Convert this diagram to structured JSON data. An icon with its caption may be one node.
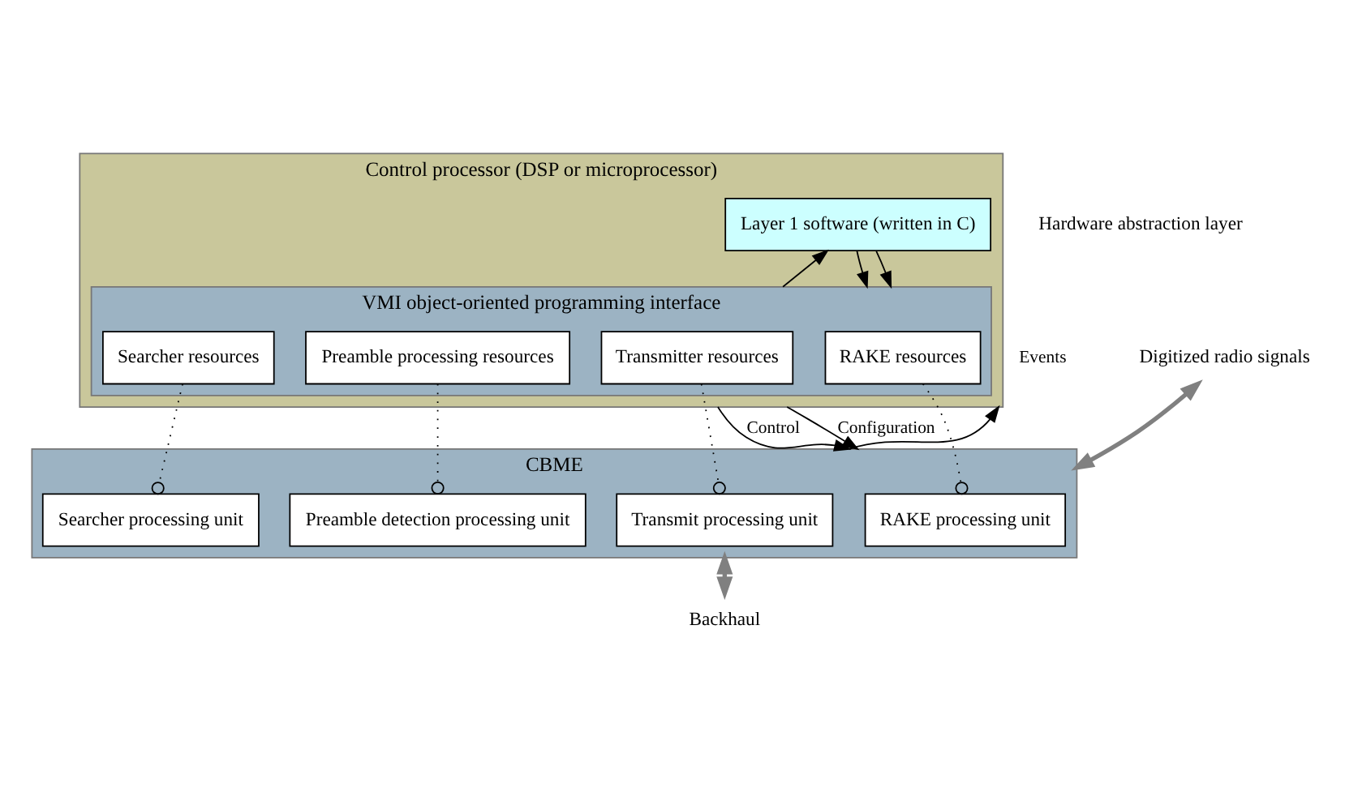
{
  "diagram": {
    "nodes": [
      {
        "text": [
          "Control processor (DSP or microprocessor)"
        ]
      },
      {
        "text": [
          "Layer 1 software (written in C)"
        ],
        "in": 0
      },
      {
        "text": [
          "VMI object-oriented programming interface"
        ],
        "in": 0
      },
      {
        "text": [
          "RAKE resources"
        ],
        "in": 2
      },
      {
        "text": [
          "Searcher resources"
        ],
        "in": 2
      },
      {
        "text": [
          "Preamble processing resources"
        ],
        "in": 2
      },
      {
        "text": [
          "Transmitter resources"
        ],
        "in": 2
      },
      {
        "text": [
          "CBME"
        ]
      },
      {
        "text": [
          "RAKE processing unit"
        ],
        "in": 7
      },
      {
        "text": [
          "Searcher processing unit"
        ],
        "in": 7
      },
      {
        "text": [
          "Preamble detection processing unit"
        ],
        "in": 7
      },
      {
        "text": [
          "Transmit processing unit"
        ],
        "in": 7
      },
      {
        "text": [
          "Digitized radio signals"
        ]
      },
      {
        "text": [
          "Backhaul"
        ]
      }
    ],
    "edges": [
      {
        "from": 1,
        "to": 2,
        "arrow": "to"
      },
      {
        "from": 1,
        "to": 2,
        "arrow": "to"
      },
      {
        "from": 2,
        "to": 1,
        "arrow": "to"
      },
      {
        "from": 0,
        "to": 7,
        "arrow": "to",
        "label": "Configuration"
      },
      {
        "from": 0,
        "to": 7,
        "arrow": "to",
        "label": "Control"
      },
      {
        "from": 7,
        "to": 0,
        "arrow": "to",
        "label": "Events"
      },
      {
        "from": 3,
        "to": 8,
        "arrow": "other",
        "style": "dashed"
      },
      {
        "from": 4,
        "to": 9,
        "arrow": "other",
        "style": "dashed"
      },
      {
        "from": 5,
        "to": 10,
        "arrow": "other",
        "style": "dashed"
      },
      {
        "from": 6,
        "to": 11,
        "arrow": "other",
        "style": "dashed"
      },
      {
        "from": 12,
        "to": 7,
        "arrow": "both",
        "style": "thick",
        "color": "#808080"
      },
      {
        "from": 7,
        "to": 13,
        "arrow": "both",
        "style": "thick",
        "color": "#808080"
      }
    ],
    "labels": [
      "Hardware abstraction layer"
    ]
  }
}
